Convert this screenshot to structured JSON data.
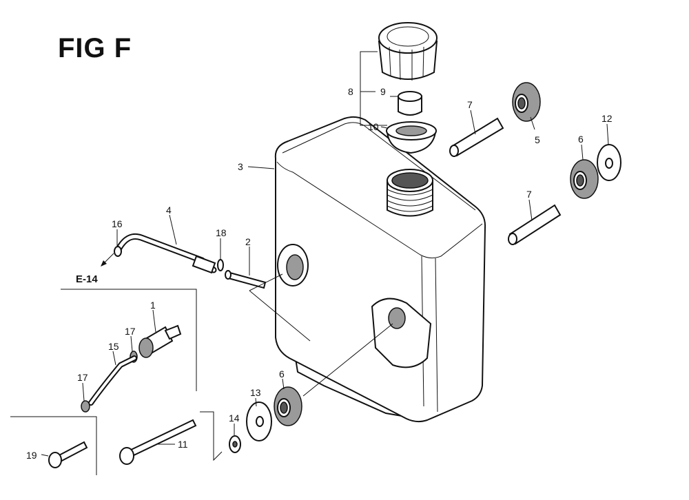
{
  "title": "FIG F",
  "reference": "E-14",
  "callouts": [
    "1",
    "2",
    "3",
    "4",
    "5",
    "6",
    "6",
    "7",
    "7",
    "8",
    "9",
    "10",
    "11",
    "12",
    "13",
    "14",
    "15",
    "16",
    "17",
    "17",
    "18",
    "19"
  ]
}
